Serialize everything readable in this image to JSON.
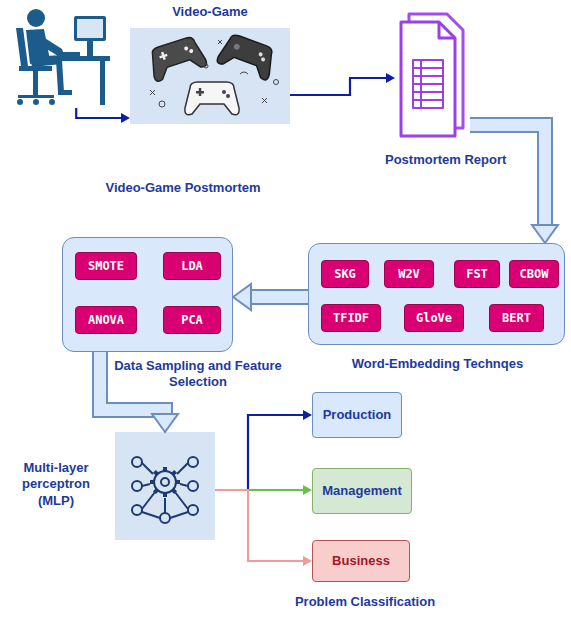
{
  "diagram": {
    "nodes": [
      {
        "text": [
          "Video-Game Postmortem"
        ]
      },
      {
        "text": [
          "Video-Game"
        ]
      },
      {
        "text": [
          "Postmortem Report"
        ]
      },
      {
        "text": [
          "Word-Embedding Technqes"
        ]
      },
      {
        "text": [
          "SKG"
        ],
        "in": 3
      },
      {
        "text": [
          "W2V"
        ],
        "in": 3
      },
      {
        "text": [
          "FST"
        ],
        "in": 3
      },
      {
        "text": [
          "CBOW"
        ],
        "in": 3
      },
      {
        "text": [
          "TFIDF"
        ],
        "in": 3
      },
      {
        "text": [
          "GloVe"
        ],
        "in": 3
      },
      {
        "text": [
          "BERT"
        ],
        "in": 3
      },
      {
        "text": [
          "Data Sampling and Feature Selection"
        ]
      },
      {
        "text": [
          "SMOTE"
        ],
        "in": 11
      },
      {
        "text": [
          "LDA"
        ],
        "in": 11
      },
      {
        "text": [
          "ANOVA"
        ],
        "in": 11
      },
      {
        "text": [
          "PCA"
        ],
        "in": 11
      },
      {
        "text": [
          "Multi-layer perceptron (MLP)"
        ]
      },
      {
        "text": [
          "Production"
        ]
      },
      {
        "text": [
          "Management"
        ]
      },
      {
        "text": [
          "Business"
        ]
      }
    ],
    "edges": [
      {
        "from": 0,
        "to": 1,
        "arrow": "to"
      },
      {
        "from": 1,
        "to": 2,
        "arrow": "to"
      },
      {
        "from": 2,
        "to": 3,
        "arrow": "to"
      },
      {
        "from": 3,
        "to": 11,
        "arrow": "to"
      },
      {
        "from": 11,
        "to": 16,
        "arrow": "to"
      },
      {
        "from": 16,
        "to": 17,
        "arrow": "to"
      },
      {
        "from": 16,
        "to": 18,
        "arrow": "to"
      },
      {
        "from": 16,
        "to": 19,
        "arrow": "to"
      }
    ],
    "labels": [
      "Problem Classification"
    ]
  }
}
